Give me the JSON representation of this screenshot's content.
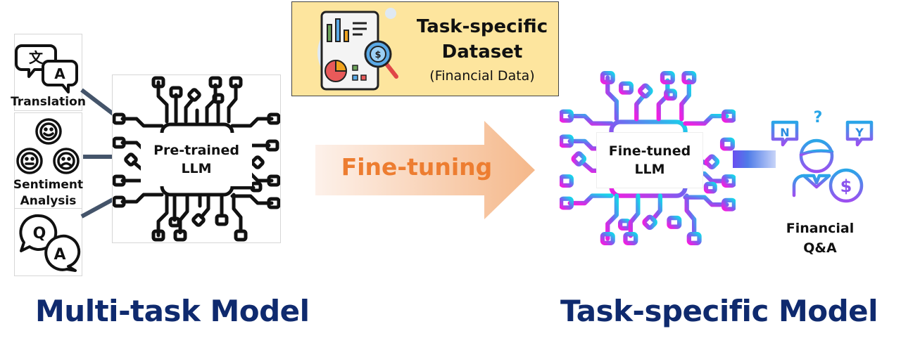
{
  "left": {
    "tasks": [
      {
        "label": "Translation",
        "icon": "translation-icon"
      },
      {
        "label": "Sentiment Analysis",
        "line1": "Sentiment",
        "line2": "Analysis",
        "icon": "sentiment-icon"
      },
      {
        "label": "Q&A",
        "icon": "qa-icon"
      }
    ],
    "chip": {
      "line1": "Pre-trained",
      "line2": "LLM"
    },
    "caption": "Multi-task Model"
  },
  "dataset": {
    "line1": "Task-specific",
    "line2": "Dataset",
    "line3": "(Financial Data)",
    "bg_color": "#fde59e"
  },
  "arrow": {
    "label": "Fine-tuning",
    "color": "#ed7d31"
  },
  "right": {
    "chip": {
      "line1": "Fine-tuned",
      "line2": "LLM"
    },
    "app": {
      "line1": "Financial",
      "line2": "Q&A",
      "bubble_left": "N",
      "bubble_right": "Y",
      "question": "?",
      "dollar": "$"
    },
    "caption": "Task-specific Model"
  },
  "colors": {
    "connector": "#44546a",
    "caption": "#0f2a6e"
  }
}
